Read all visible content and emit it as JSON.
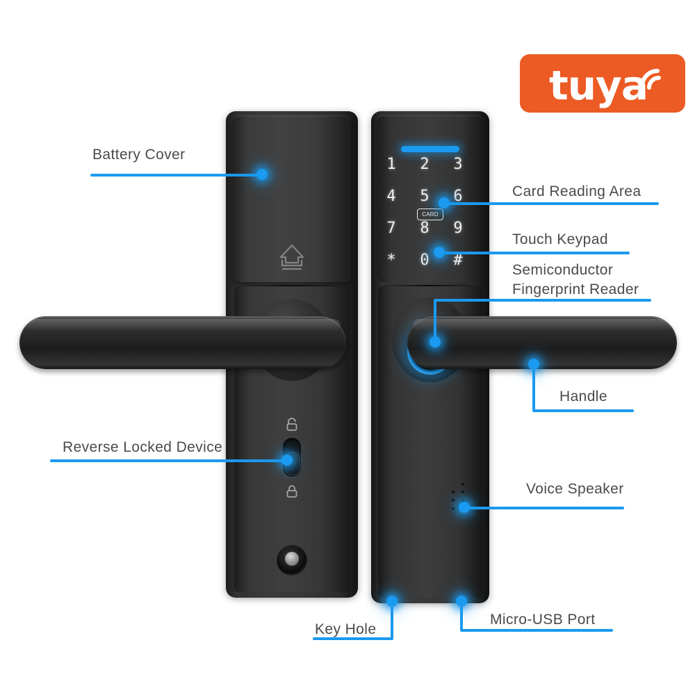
{
  "brand": {
    "logo_text": "tuya",
    "logo_bg_color": "#ec5b24",
    "logo_text_color": "#ffffff",
    "wifi_icon": "wifi-arc-icon"
  },
  "theme": {
    "accent_color": "#1a9af0",
    "label_color": "#4a4a4a",
    "background_color": "#ffffff",
    "body_color": "#343434"
  },
  "callouts": {
    "battery_cover": "Battery Cover",
    "reverse_locked_device": "Reverse Locked Device",
    "key_hole": "Key Hole",
    "card_reading_area": "Card Reading Area",
    "touch_keypad": "Touch Keypad",
    "fingerprint_line1": "Semiconductor",
    "fingerprint_line2": "Fingerprint Reader",
    "handle": "Handle",
    "voice_speaker": "Voice Speaker",
    "micro_usb_port": "Micro-USB Port"
  },
  "keypad": {
    "rows": [
      [
        "1",
        "2",
        "3"
      ],
      [
        "4",
        "5",
        "6"
      ],
      [
        "7",
        "8",
        "9"
      ],
      [
        "*",
        "0",
        "#"
      ]
    ],
    "card_badge_label": "CARD",
    "status_bar_color": "#1a9af0"
  },
  "indicators": {
    "unlock_icon": "padlock-open-icon",
    "lock_icon": "padlock-closed-icon",
    "battery_open_icon": "open-cover-arrow-icon",
    "fingerprint_icon": "fingerprint-ring-icon",
    "speaker_icon": "speaker-holes-icon",
    "keyhole_icon": "key-cylinder-icon"
  },
  "parts": {
    "left_panel_name": "back-panel",
    "right_panel_name": "front-panel"
  }
}
